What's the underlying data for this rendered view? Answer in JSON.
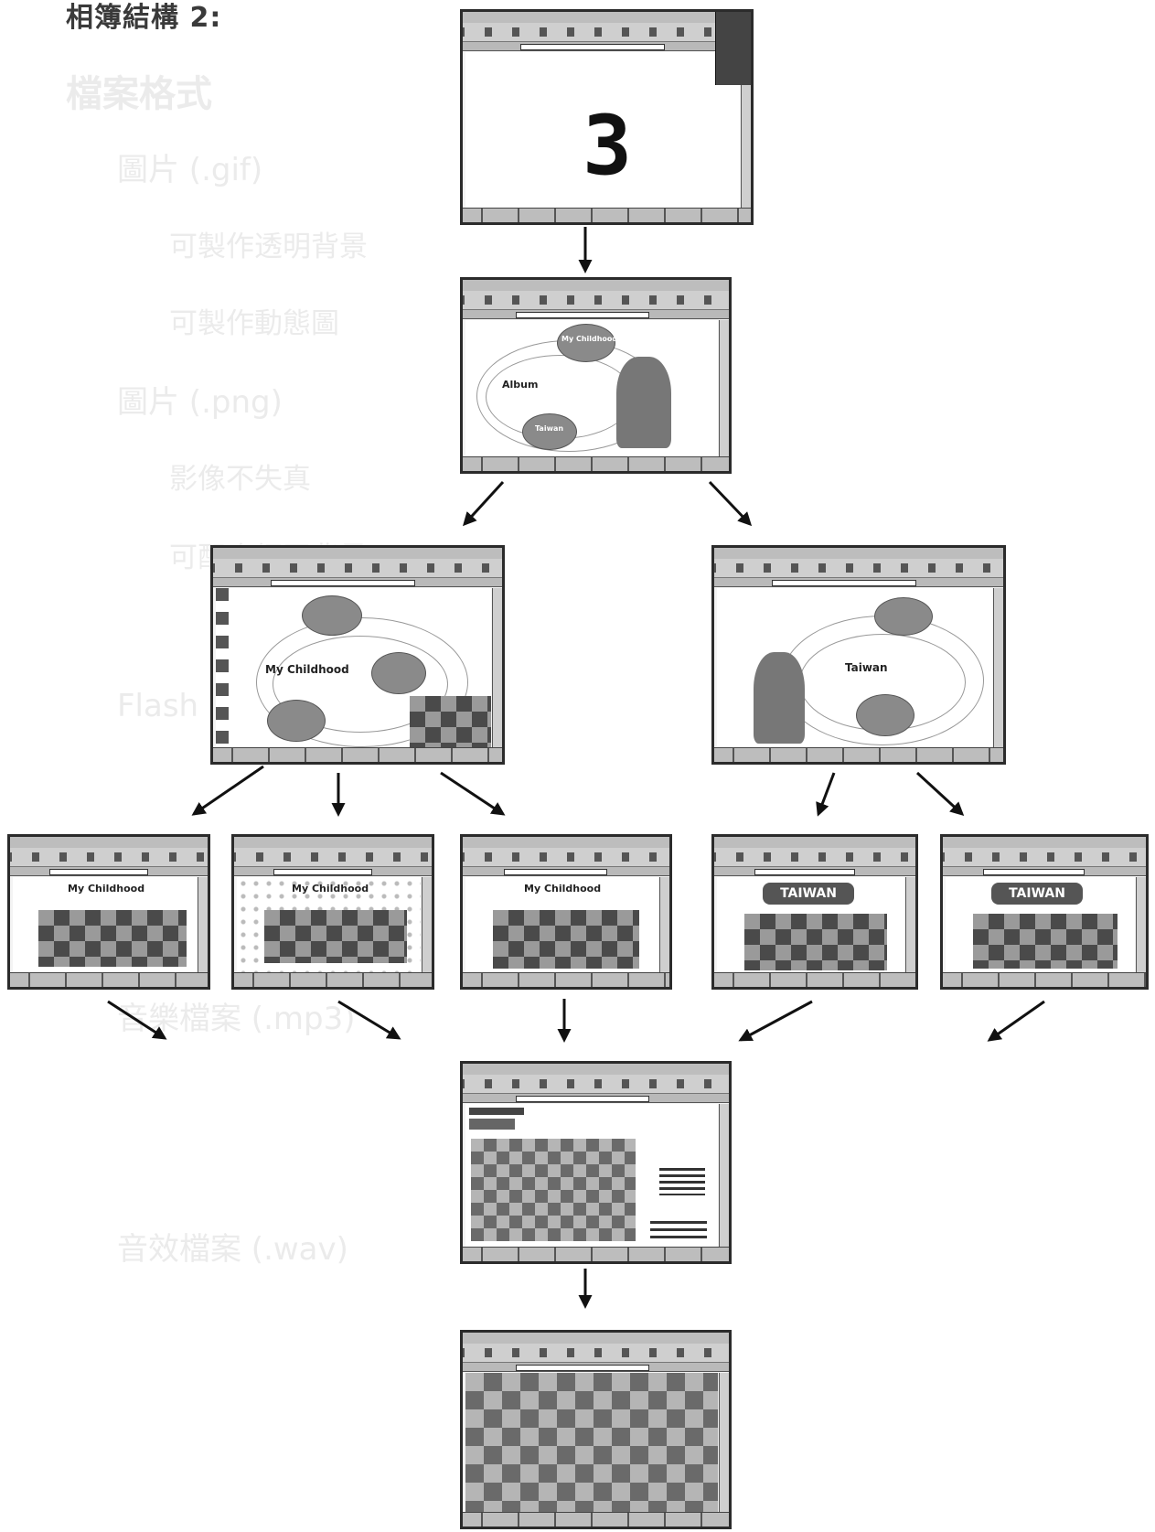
{
  "title": "相簿結構 2:",
  "ghost": {
    "heading": "檔案格式",
    "lines": [
      "圖片   (.gif)",
      "可製作透明背景",
      "可製作動態圖",
      "圖片   (.png)",
      "影像不失真",
      "可配合網頁背景",
      "Flash",
      "音樂檔案 (.mp3)",
      "音效檔案 (.wav)"
    ]
  },
  "screens": {
    "intro": {
      "number": "3"
    },
    "album": {
      "album_label": "Album",
      "childhood_label": "My Childhood",
      "taiwan_label": "Taiwan"
    },
    "childhood": {
      "center_label": "My Childhood"
    },
    "taiwan": {
      "center_label": "Taiwan"
    },
    "children": [
      {
        "banner": "My Childhood"
      },
      {
        "banner": "My Childhood"
      },
      {
        "banner": "My Childhood"
      },
      {
        "banner": "TAIWAN"
      },
      {
        "banner": "TAIWAN"
      }
    ]
  },
  "colors": {
    "frame": "#2b2b2b",
    "arrow": "#111111"
  }
}
